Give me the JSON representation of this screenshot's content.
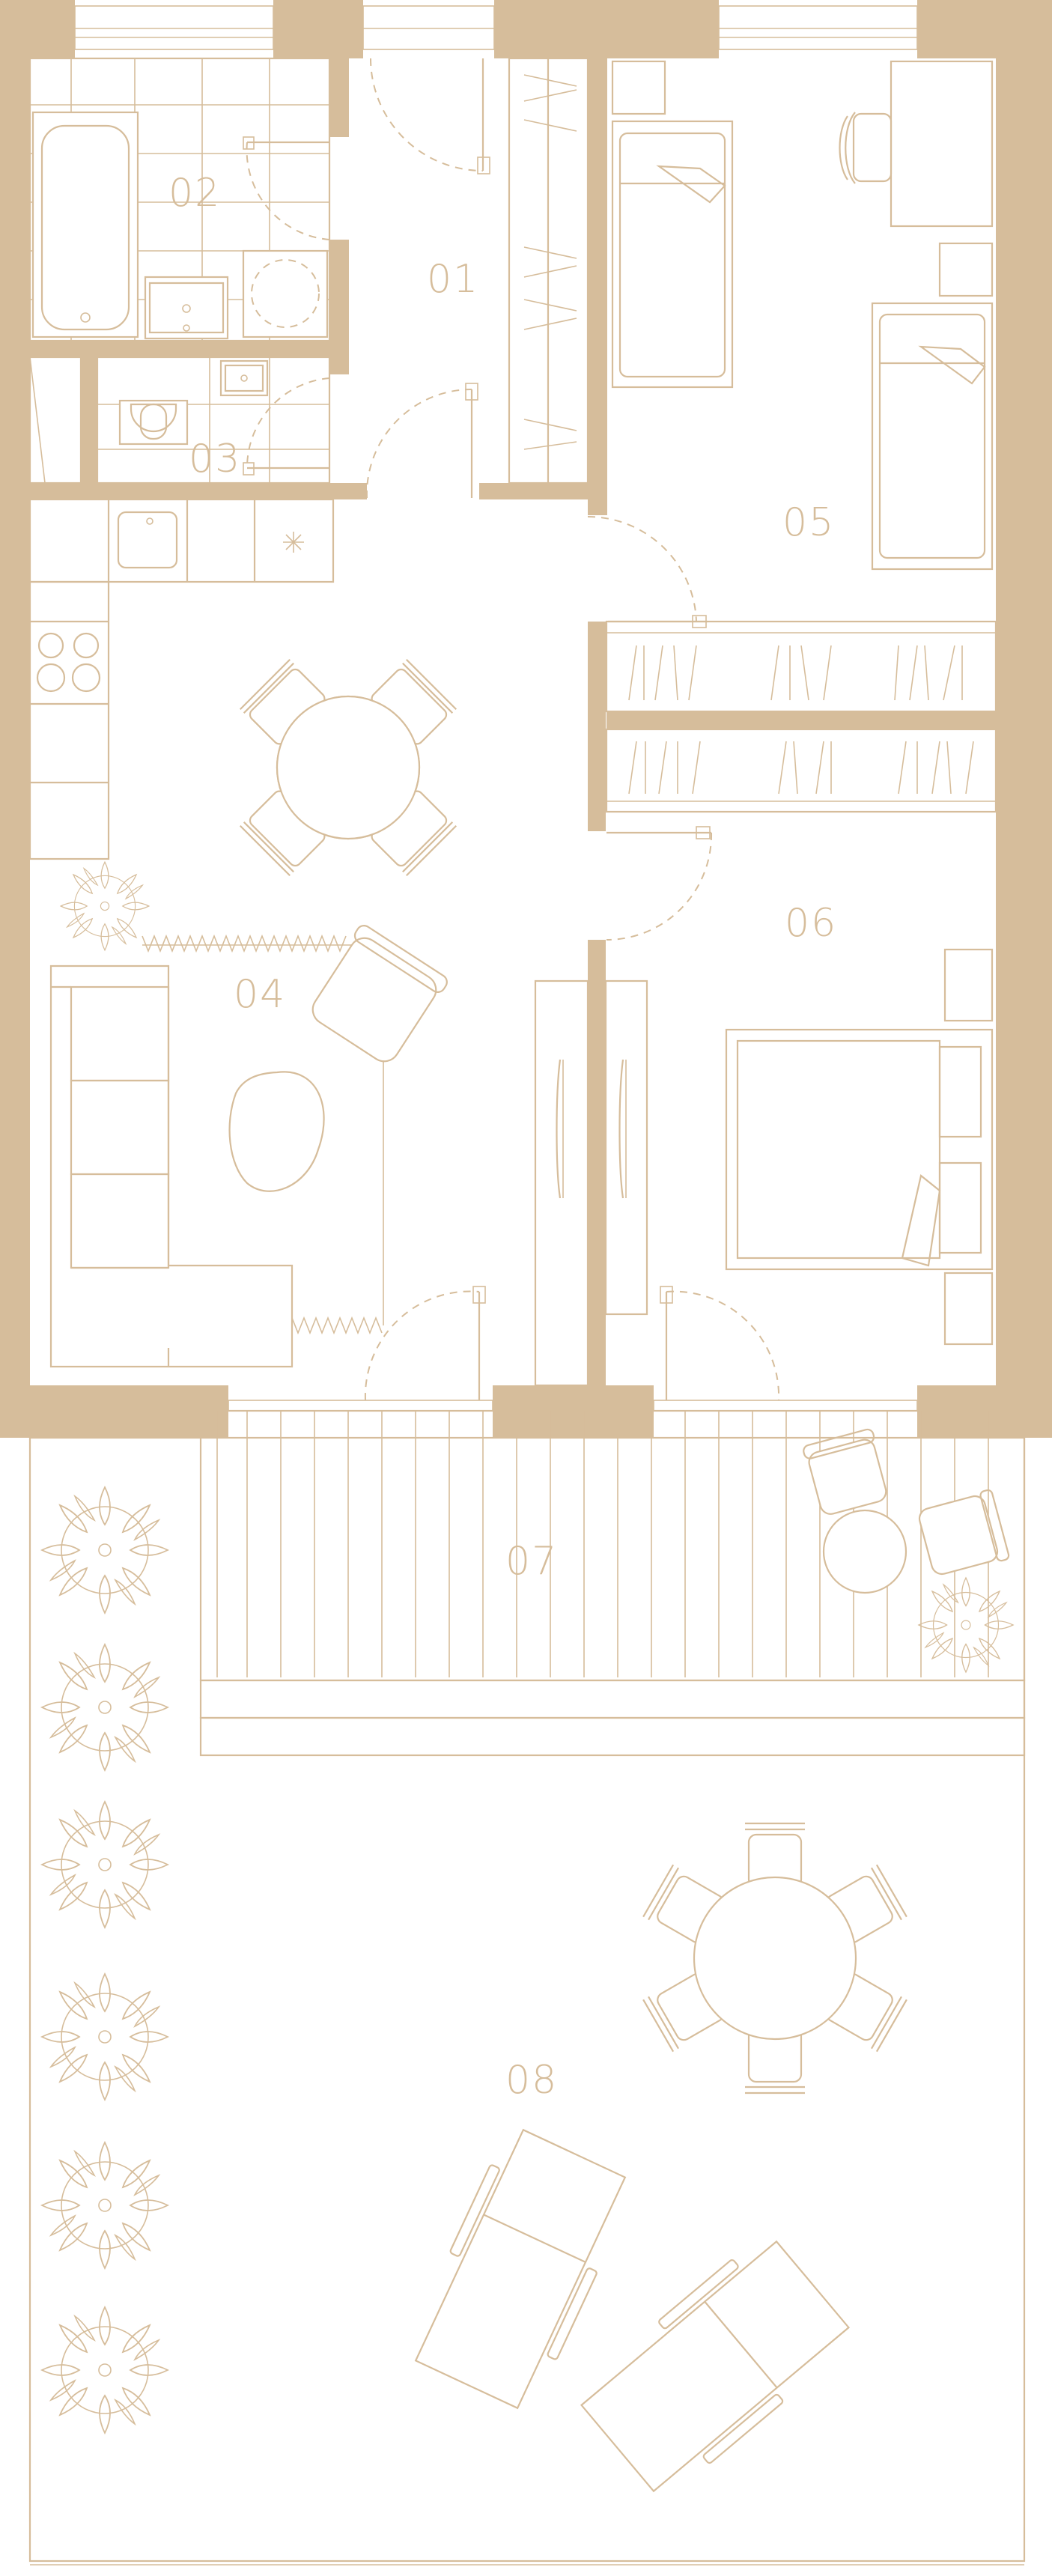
{
  "plan": {
    "accent_color": "#d6bd9b",
    "background_color": "#ffffff",
    "rooms": [
      {
        "id": "01",
        "label": "01"
      },
      {
        "id": "02",
        "label": "02"
      },
      {
        "id": "03",
        "label": "03"
      },
      {
        "id": "04",
        "label": "04"
      },
      {
        "id": "05",
        "label": "05"
      },
      {
        "id": "06",
        "label": "06"
      },
      {
        "id": "07",
        "label": "07"
      },
      {
        "id": "08",
        "label": "08"
      }
    ],
    "icons": {
      "bathtub": "bathtub-icon",
      "toilet": "toilet-icon",
      "sink": "sink-icon",
      "washing_machine": "washing-machine-icon",
      "stove": "stove-icon",
      "bed": "bed-icon",
      "sofa": "sofa-icon",
      "table": "table-icon",
      "chair": "chair-icon",
      "plant": "plant-icon",
      "sun_lounger": "sun-lounger-icon",
      "wardrobe": "wardrobe-icon",
      "door": "door-icon",
      "window": "window-icon"
    }
  }
}
